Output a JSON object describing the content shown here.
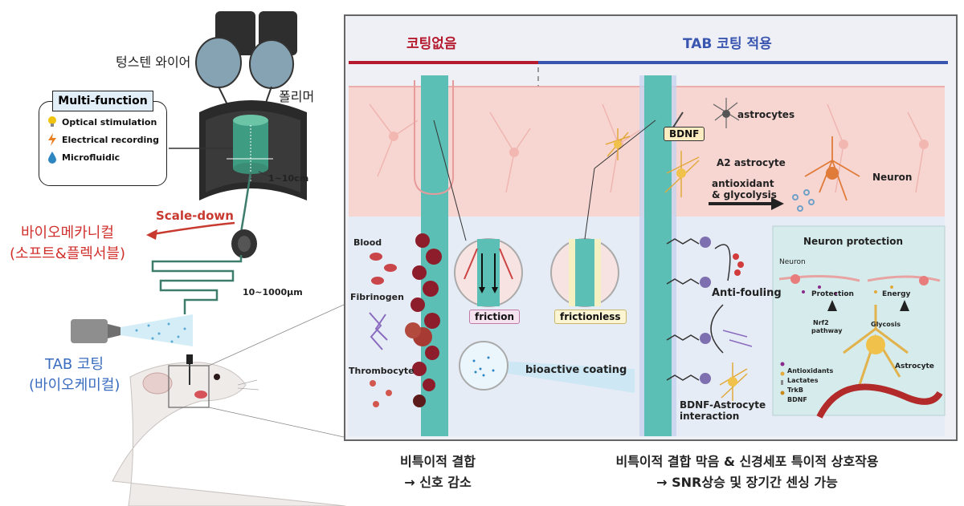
{
  "left": {
    "tungsten_wire": "텅스텐 와이어",
    "polymer": "폴리머",
    "multi_function_title": "Multi-function",
    "functions": [
      "Optical stimulation",
      "Electrical recording",
      "Microfluidic"
    ],
    "size_large": "1~10cm",
    "scale_down": "Scale-down",
    "biomech_line1": "바이오메카니컬",
    "biomech_line2": "(소프트&플렉서블)",
    "size_small": "10~1000μm",
    "tab_line1": "TAB 코팅",
    "tab_line2": "(바이오케미컬)"
  },
  "panel": {
    "uncoated_header": "코팅없음",
    "coated_header": "TAB 코팅 적용",
    "blood": "Blood",
    "fibrinogen": "Fibrinogen",
    "thrombocyte": "Thrombocyte",
    "friction": "friction",
    "frictionless": "frictionless",
    "bioactive": "bioactive coating",
    "bdnf": "BDNF",
    "astrocytes": "astrocytes",
    "a2_astrocyte": "A2 astrocyte",
    "antioxidant_line1": "antioxidant",
    "antioxidant_line2": "& glycolysis",
    "neuron": "Neuron",
    "anti_fouling": "Anti-fouling",
    "bdnf_astro_line1": "BDNF-Astrocyte",
    "bdnf_astro_line2": "interaction"
  },
  "inset": {
    "title": "Neuron protection",
    "neuron": "Neuron",
    "protection": "Protection",
    "energy": "Energy",
    "nrf2_line1": "Nrf2",
    "nrf2_line2": "pathway",
    "glycosis": "Glycosis",
    "astrocyte": "Astrocyte",
    "legend": [
      "Antioxidants",
      "Lactates",
      "TrkB",
      "BDNF"
    ]
  },
  "captions": {
    "left_line1": "비특이적 결합",
    "left_line2": "→ 신호 감소",
    "right_line1": "비특이적 결합 막음 & 신경세포 특이적 상호작용",
    "right_line2": "→ SNR상승 및 장기간 센싱 가능"
  },
  "colors": {
    "uncoated_red": "#b5192d",
    "coated_blue": "#3a55b0",
    "red_text": "#d0312d",
    "blue_text": "#3a6cc0",
    "electrode_teal": "#5bbfb5",
    "tissue_pink": "#f7d6d2"
  },
  "icons": [
    "bulb-icon",
    "lightning-icon",
    "drop-icon"
  ]
}
